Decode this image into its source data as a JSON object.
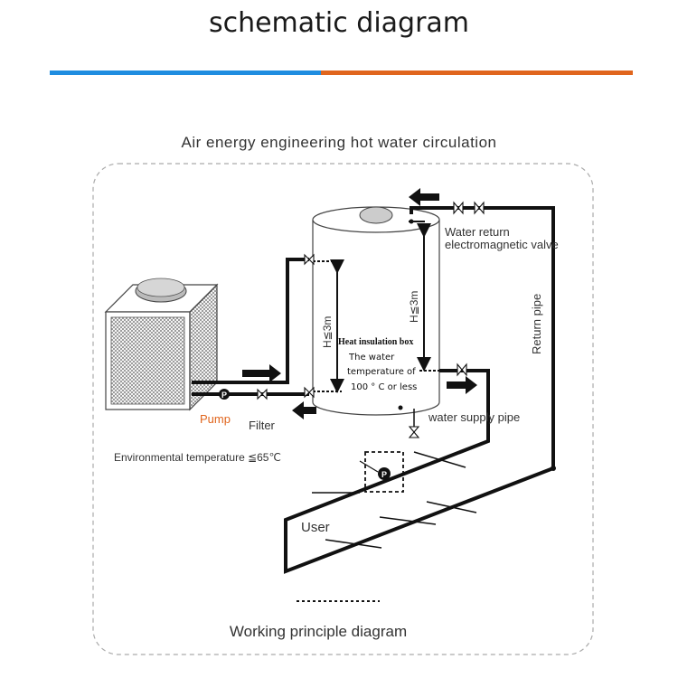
{
  "page": {
    "title": "schematic diagram",
    "accent_left": "#1f8de0",
    "accent_right": "#e0651d"
  },
  "diagram": {
    "heading": "Air energy engineering hot water circulation",
    "footer": "Working principle diagram",
    "labels": {
      "water_return_1": "Water return",
      "water_return_2": "electromagnetic valve",
      "return_pipe": "Return pipe",
      "height_left": "H≦3m",
      "height_right": "H≦3m",
      "insulation_box": "Heat insulation box",
      "water_temp_1": "The water",
      "water_temp_2": "temperature of",
      "water_temp_3": "100 ° C or less",
      "pump": "Pump",
      "filter": "Filter",
      "water_supply": "water supply pipe",
      "env_temp": "Environmental temperature ≦65℃",
      "user": "User",
      "pump_symbol": "P"
    },
    "colors": {
      "pump_label": "#e0651d",
      "pipe": "#111111",
      "border": "#aaaaaa"
    }
  }
}
